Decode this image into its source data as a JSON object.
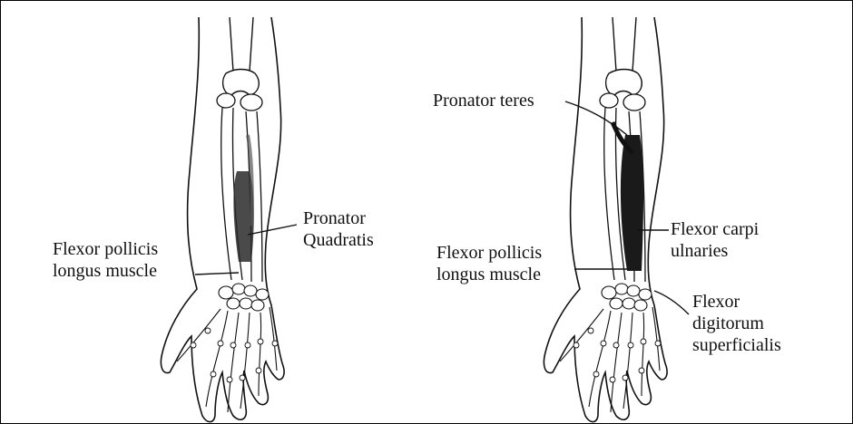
{
  "panels": [
    {
      "id": "left",
      "labels": {
        "pronator_quadratus": [
          "Pronator",
          "Quadratis"
        ],
        "flexor_pollicis": [
          "Flexor  pollicis",
          "longus muscle"
        ]
      }
    },
    {
      "id": "right",
      "labels": {
        "pronator_teres": [
          "Pronator teres"
        ],
        "flexor_pollicis": [
          "Flexor pollicis",
          "longus muscle"
        ],
        "flexor_carpi": [
          "Flexor carpi",
          "ulnaries"
        ],
        "flexor_digitorum": [
          "Flexor",
          "digitorum",
          "superficialis"
        ]
      }
    }
  ],
  "colors": {
    "ink": "#111111",
    "muscle": "#2a2a2a",
    "paper": "#ffffff"
  }
}
